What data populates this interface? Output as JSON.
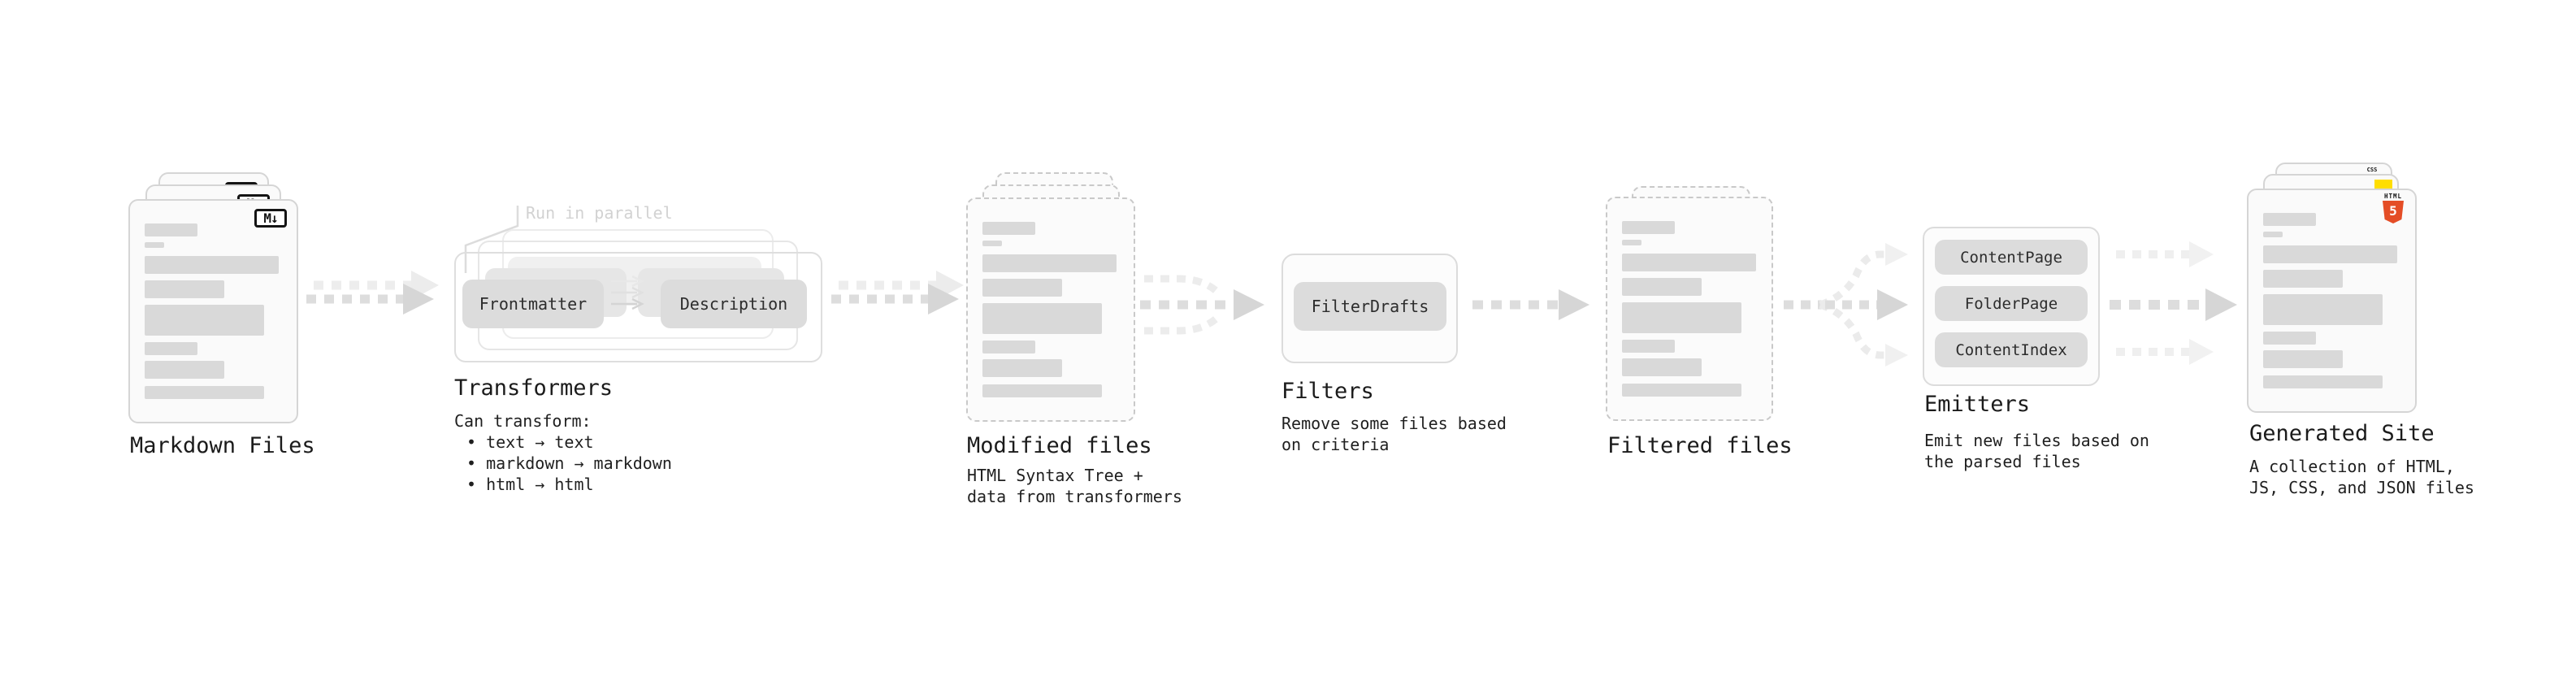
{
  "colors": {
    "bar_gray": "#d9d9d9",
    "chip_gray": "#dcdcdc",
    "arrow_gray": "#d6d6d6",
    "annotation_gray": "#d2d2d2",
    "html5_orange": "#e44d26",
    "js_yellow": "#ffde00",
    "css_blue": "#2965f1"
  },
  "stages": {
    "markdown_files": {
      "title": "Markdown Files",
      "badge": "M↓"
    },
    "transformers": {
      "title": "Transformers",
      "annotation": "Run in parallel",
      "chip_a": "Frontmatter",
      "chip_b": "Description",
      "desc": [
        "Can transform:",
        "• text → text",
        "• markdown → markdown",
        "• html → html"
      ]
    },
    "modified_files": {
      "title": "Modified files",
      "desc": [
        "HTML Syntax Tree +",
        "data from transformers"
      ]
    },
    "filters": {
      "title": "Filters",
      "chip": "FilterDrafts",
      "desc": [
        "Remove some files based",
        "on criteria"
      ]
    },
    "filtered_files": {
      "title": "Filtered files"
    },
    "emitters": {
      "title": "Emitters",
      "chips": [
        "ContentPage",
        "FolderPage",
        "ContentIndex"
      ],
      "desc": [
        "Emit new files based on",
        "the parsed files"
      ]
    },
    "generated_site": {
      "title": "Generated Site",
      "badge_css": "CSS",
      "badge_html_label": "HTML",
      "badge_html_number": "5",
      "desc": [
        "A collection of HTML,",
        "JS, CSS, and JSON files"
      ]
    }
  }
}
